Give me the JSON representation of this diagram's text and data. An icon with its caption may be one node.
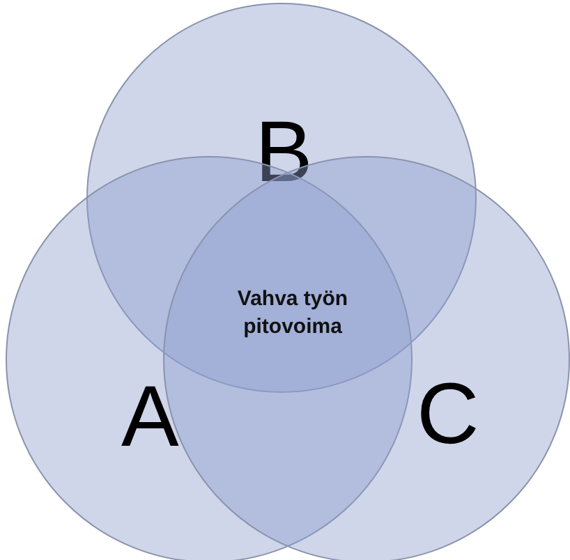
{
  "diagram": {
    "nodes": [
      {
        "text": [
          "B"
        ]
      },
      {
        "text": [
          "A"
        ]
      },
      {
        "text": [
          "C"
        ]
      }
    ],
    "labels": [
      "Vahva työn pitovoima"
    ]
  }
}
